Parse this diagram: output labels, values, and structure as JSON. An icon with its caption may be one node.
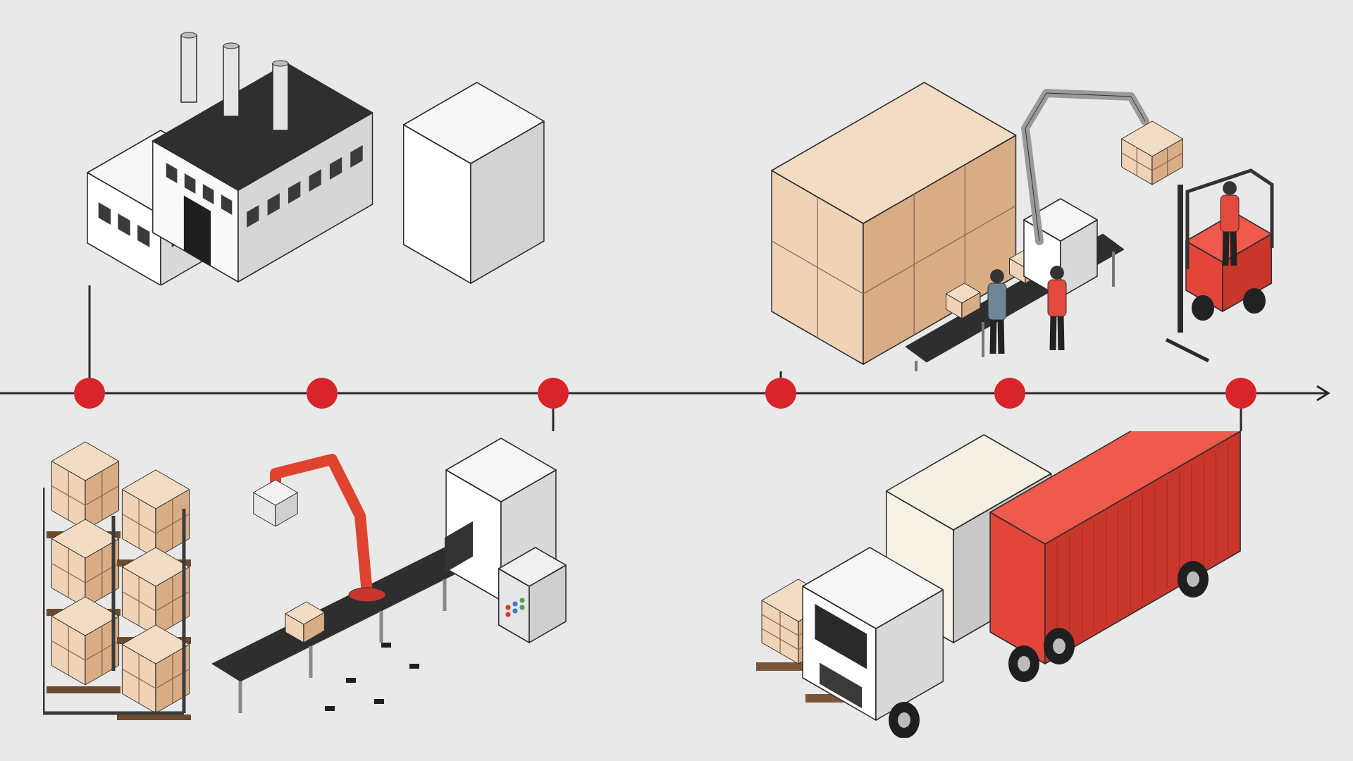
{
  "diagram": {
    "nodes": [
      {
        "text": [],
        "shape": "picture"
      },
      {
        "text": [],
        "shape": "picture"
      },
      {
        "text": [],
        "shape": "circle"
      },
      {
        "text": [],
        "shape": "circle"
      },
      {
        "text": [],
        "shape": "circle"
      },
      {
        "text": [],
        "shape": "circle"
      },
      {
        "text": [],
        "shape": "circle"
      },
      {
        "text": [],
        "shape": "circle"
      },
      {
        "text": [],
        "shape": "picture"
      },
      {
        "text": [],
        "shape": "picture"
      }
    ],
    "edges": [
      {
        "from": null,
        "to": 2,
        "arrow": "none"
      },
      {
        "from": 2,
        "to": 3,
        "arrow": "none"
      },
      {
        "from": 3,
        "to": 4,
        "arrow": "none"
      },
      {
        "from": 4,
        "to": 5,
        "arrow": "none"
      },
      {
        "from": 5,
        "to": 6,
        "arrow": "none"
      },
      {
        "from": 6,
        "to": 7,
        "arrow": "none"
      },
      {
        "from": 7,
        "to": null,
        "arrow": "to"
      },
      {
        "from": 0,
        "to": 2,
        "arrow": "none"
      },
      {
        "from": 1,
        "to": 5,
        "arrow": "none"
      },
      {
        "from": 4,
        "to": 8,
        "arrow": "none"
      },
      {
        "from": 7,
        "to": 9,
        "arrow": "none"
      }
    ]
  }
}
